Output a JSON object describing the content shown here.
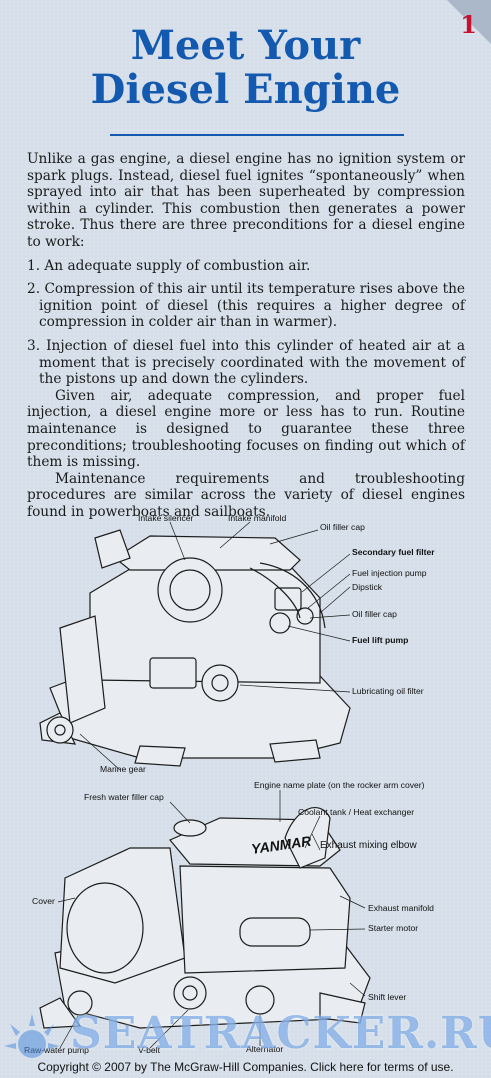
{
  "page_number": "1",
  "title": {
    "line1": "Meet Your",
    "line2": "Diesel Engine"
  },
  "body": {
    "intro": "Unlike a gas engine, a diesel engine has no ignition system or spark plugs. Instead, diesel fuel ignites “spontaneously” when sprayed into air that has been superheated by compression within a cylinder. This combustion then generates a power stroke. Thus there are three preconditions for a diesel engine to work:",
    "list": [
      "1. An adequate supply of combustion air.",
      "2. Compression of this air until its temperature rises above the ignition point of diesel (this requires a higher degree of compression in colder air than in warmer).",
      "3. Injection of diesel fuel into this cylinder of heated air at a moment that is precisely coordinated with the movement of the pistons up and down the cylinders."
    ],
    "para2": "Given air, adequate compression, and proper fuel injection, a diesel engine more or less has to run. Routine maintenance is designed to guarantee these three preconditions; troubleshooting focuses on finding out which of them is missing.",
    "para3": "Maintenance requirements and troubleshooting procedures are similar across the variety of diesel engines found in powerboats and sailboats."
  },
  "figure1": {
    "labels": {
      "intake_silencer": "Intake silencer",
      "intake_manifold": "Intake manifold",
      "oil_filler_cap_top": "Oil filler cap",
      "secondary_fuel_filter": "Secondary fuel filter",
      "fuel_injection_pump": "Fuel injection pump",
      "dipstick": "Dipstick",
      "oil_filler_cap_side": "Oil filler cap",
      "fuel_lift_pump": "Fuel lift pump",
      "lubricating_oil_filter": "Lubricating oil filter",
      "marine_gear": "Marine gear"
    }
  },
  "figure2": {
    "brand": "YANMAR",
    "labels": {
      "fresh_water_filler_cap": "Fresh water filler cap",
      "engine_name_plate": "Engine name plate (on the rocker arm cover)",
      "coolant_tank": "Coolant tank / Heat exchanger",
      "exhaust_mixing_elbow": "Exhaust mixing elbow",
      "cover": "Cover",
      "exhaust_manifold": "Exhaust manifold",
      "starter_motor": "Starter motor",
      "shift_lever": "Shift lever",
      "raw_water_pump": "Raw-water pump",
      "v_belt": "V-belt",
      "alternator": "Alternator"
    }
  },
  "watermark": "SEATRACKER.RU",
  "footer": "Copyright © 2007 by The McGraw-Hill Companies. Click here for terms of use.",
  "colors": {
    "title": "#1459b0",
    "page_number": "#c8102e",
    "background": "#d6dfe9"
  }
}
